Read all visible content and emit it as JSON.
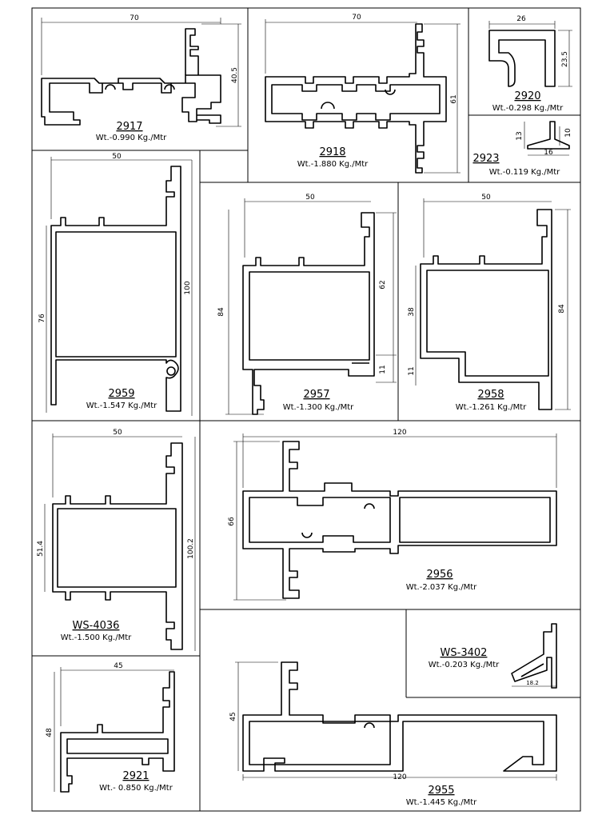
{
  "sheet": {
    "border_color": "#000000"
  },
  "profiles": {
    "p2917": {
      "code": "2917",
      "weight": "Wt.-0.990 Kg./Mtr",
      "dims": [
        "70",
        "40.5"
      ]
    },
    "p2918": {
      "code": "2918",
      "weight": "Wt.-1.880 Kg./Mtr",
      "dims": [
        "70",
        "61"
      ]
    },
    "p2920": {
      "code": "2920",
      "weight": "Wt.-0.298 Kg./Mtr",
      "dims": [
        "26",
        "23.5"
      ]
    },
    "p2923": {
      "code": "2923",
      "weight": "Wt.-0.119 Kg./Mtr",
      "dims": [
        "13",
        "10",
        "16"
      ]
    },
    "p2959": {
      "code": "2959",
      "weight": "Wt.-1.547 Kg./Mtr",
      "dims": [
        "50",
        "76",
        "100"
      ]
    },
    "p2957": {
      "code": "2957",
      "weight": "Wt.-1.300 Kg./Mtr",
      "dims": [
        "50",
        "84",
        "62",
        "11"
      ]
    },
    "p2958": {
      "code": "2958",
      "weight": "Wt.-1.261 Kg./Mtr",
      "dims": [
        "50",
        "38",
        "11",
        "84"
      ]
    },
    "pws4036": {
      "code": "WS-4036",
      "weight": "Wt.-1.500 Kg./Mtr",
      "dims": [
        "50",
        "51.4",
        "100.2"
      ]
    },
    "p2956": {
      "code": "2956",
      "weight": "Wt.-2.037 Kg./Mtr",
      "dims": [
        "120",
        "66"
      ]
    },
    "pws3402": {
      "code": "WS-3402",
      "weight": "Wt.-0.203 Kg./Mtr",
      "dims": [
        "18.2"
      ]
    },
    "p2921": {
      "code": "2921",
      "weight": "Wt.- 0.850 Kg./Mtr",
      "dims": [
        "45",
        "48"
      ]
    },
    "p2955": {
      "code": "2955",
      "weight": "Wt.-1.445 Kg./Mtr",
      "dims": [
        "45",
        "120"
      ]
    }
  }
}
